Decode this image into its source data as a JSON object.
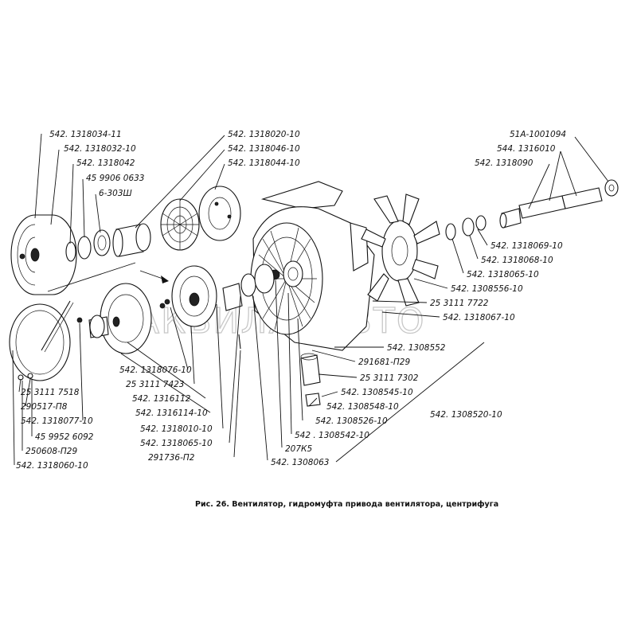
{
  "caption": "Рис. 26. Вентилятор, гидромуфта привода вентилятора, центрифуга",
  "watermark": "АКВИЛАНАВТО",
  "labels": [
    "542. 1318034-11",
    "542. 1318032-10",
    "542. 1318042",
    "45 9906 0633",
    "6-303Ш",
    "542. 1318020-10",
    "542. 1318046-10",
    "542. 1318044-10",
    "51А-1001094",
    "544. 1316010",
    "542. 1318090",
    "542. 1318069-10",
    "542. 1318068-10",
    "542. 1318065-10",
    "542. 1308556-10",
    "25 3111 7722",
    "542. 1318067-10",
    "542. 1308552",
    "291681-П29",
    "25 3111 7302",
    "542. 1308545-10",
    "542. 1308548-10",
    "542. 1308526-10",
    "542. 1308520-10",
    "542 .  1308542-10",
    "207К5",
    "542. 1308063",
    "542. 1318076-10",
    "25 3111 7423",
    "542. 1316112",
    "542. 1316114-10",
    "542. 1318010-10",
    "542. 1318065-10",
    "291736-П2",
    "25 3111 7518",
    "290517-П8",
    "542. 1318077-10",
    "45 9952 6092",
    "250608-П29",
    "542. 1318060-10"
  ]
}
